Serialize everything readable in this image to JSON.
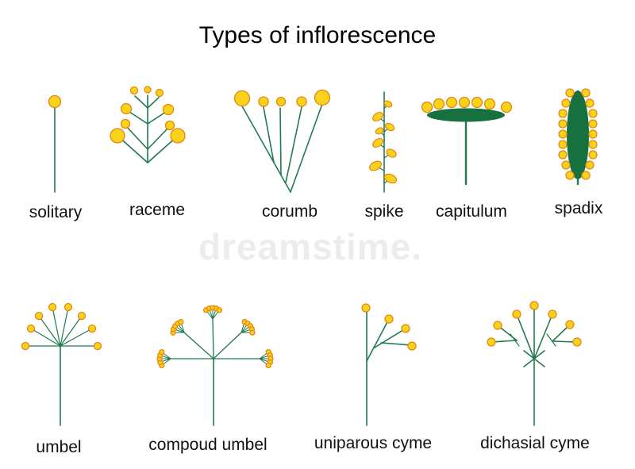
{
  "title": "Types of inflorescence",
  "watermark": "dreamstime.",
  "colors": {
    "stem": "#1f7a4f",
    "flower_fill": "#f9d21c",
    "flower_stroke": "#e8850f",
    "leaf_fill": "#16713f"
  },
  "labels": {
    "solitary": "solitary",
    "raceme": "raceme",
    "corumb": "corumb",
    "spike": "spike",
    "capitulum": "capitulum",
    "spadix": "spadix",
    "umbel": "umbel",
    "compound_umbel": "compoud umbel",
    "uniparous_cyme": "uniparous cyme",
    "dichasial_cyme": "dichasial cyme"
  }
}
